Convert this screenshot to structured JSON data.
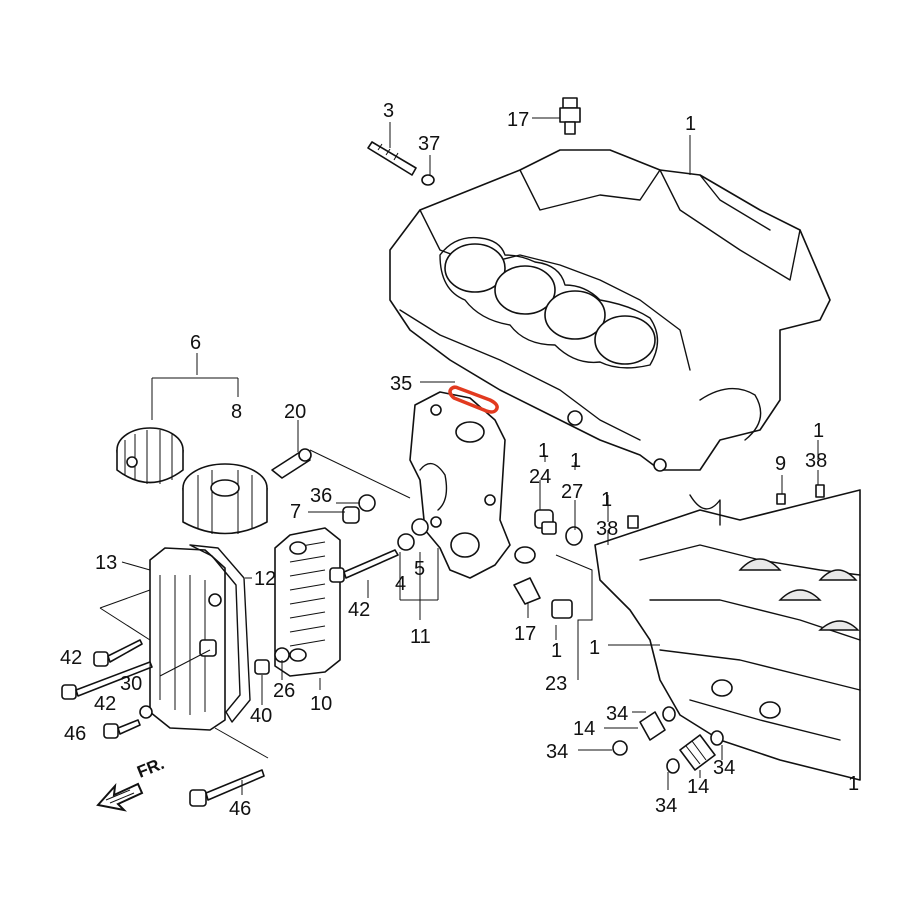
{
  "labels": {
    "l1a": "1",
    "l1b": "1",
    "l1c": "1",
    "l1d": "1",
    "l1e": "1",
    "l1f": "1",
    "l1g": "1",
    "l1h": "1",
    "l3": "3",
    "l4": "4",
    "l5": "5",
    "l6": "6",
    "l7": "7",
    "l8": "8",
    "l9": "9",
    "l10": "10",
    "l11": "11",
    "l12": "12",
    "l13": "13",
    "l14a": "14",
    "l14b": "14",
    "l17a": "17",
    "l17b": "17",
    "l20": "20",
    "l23": "23",
    "l24": "24",
    "l26": "26",
    "l27": "27",
    "l30": "30",
    "l34a": "34",
    "l34b": "34",
    "l34c": "34",
    "l34d": "34",
    "l35": "35",
    "l36": "36",
    "l37": "37",
    "l38a": "38",
    "l38b": "38",
    "l40": "40",
    "l42a": "42",
    "l42b": "42",
    "l42c": "42",
    "l46a": "46",
    "l46b": "46",
    "fr": "FR."
  },
  "highlight_color": "#e23a1f",
  "line_color": "#111111",
  "icons": [
    "front-direction-arrow-icon"
  ]
}
